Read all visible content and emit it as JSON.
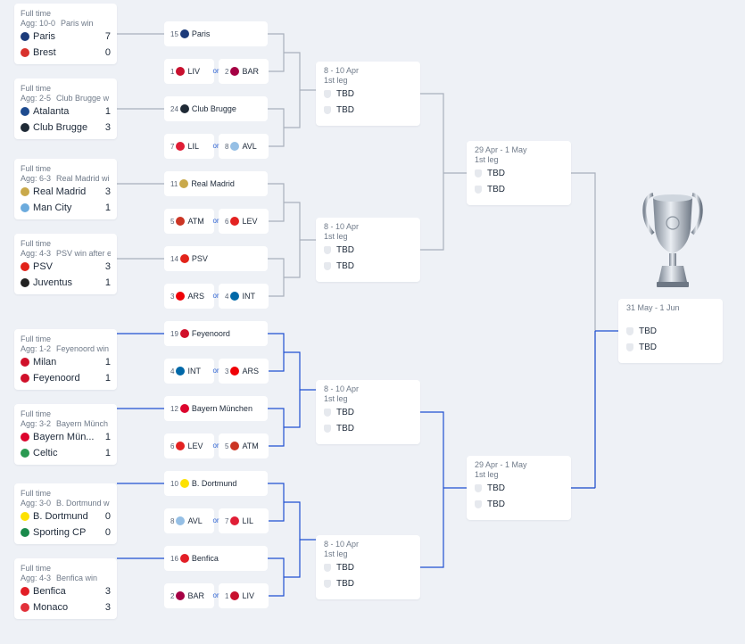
{
  "left_results": [
    {
      "status": "Full time",
      "agg": "Agg: 10-0",
      "note": "Paris win",
      "teams": [
        {
          "name": "Paris",
          "score": "7",
          "color": "#1c3b7a"
        },
        {
          "name": "Brest",
          "score": "0",
          "color": "#d8322d"
        }
      ]
    },
    {
      "status": "Full time",
      "agg": "Agg: 2-5",
      "note": "Club Brugge w",
      "teams": [
        {
          "name": "Atalanta",
          "score": "1",
          "color": "#1e4b8f"
        },
        {
          "name": "Club Brugge",
          "score": "3",
          "color": "#1f2a36"
        }
      ]
    },
    {
      "status": "Full time",
      "agg": "Agg: 6-3",
      "note": "Real Madrid wi",
      "teams": [
        {
          "name": "Real Madrid",
          "score": "3",
          "color": "#c9a94b"
        },
        {
          "name": "Man City",
          "score": "1",
          "color": "#6cabdd"
        }
      ]
    },
    {
      "status": "Full time",
      "agg": "Agg: 4-3",
      "note": "PSV win after e",
      "teams": [
        {
          "name": "PSV",
          "score": "3",
          "color": "#e2231a"
        },
        {
          "name": "Juventus",
          "score": "1",
          "color": "#222222"
        }
      ]
    },
    {
      "status": "Full time",
      "agg": "Agg: 1-2",
      "note": "Feyenoord win",
      "teams": [
        {
          "name": "Milan",
          "score": "1",
          "color": "#d0102a"
        },
        {
          "name": "Feyenoord",
          "score": "1",
          "color": "#d0102a"
        }
      ]
    },
    {
      "status": "Full time",
      "agg": "Agg: 3-2",
      "note": "Bayern Münch",
      "teams": [
        {
          "name": "Bayern Mün...",
          "score": "1",
          "color": "#dc052d"
        },
        {
          "name": "Celtic",
          "score": "1",
          "color": "#2a9a52"
        }
      ]
    },
    {
      "status": "Full time",
      "agg": "Agg: 3-0",
      "note": "B. Dortmund w",
      "teams": [
        {
          "name": "B. Dortmund",
          "score": "0",
          "color": "#fde100"
        },
        {
          "name": "Sporting CP",
          "score": "0",
          "color": "#1a8a4b"
        }
      ]
    },
    {
      "status": "Full time",
      "agg": "Agg: 4-3",
      "note": "Benfica win",
      "teams": [
        {
          "name": "Benfica",
          "score": "3",
          "color": "#e21e26"
        },
        {
          "name": "Monaco",
          "score": "3",
          "color": "#e2313a"
        }
      ]
    }
  ],
  "r16": [
    {
      "type": "single",
      "seed": "15",
      "name": "Paris",
      "color": "#1c3b7a"
    },
    {
      "type": "pair",
      "a": {
        "seed": "1",
        "name": "LIV",
        "color": "#c8102e"
      },
      "b": {
        "seed": "2",
        "name": "BAR",
        "color": "#a50044"
      }
    },
    {
      "type": "single",
      "seed": "24",
      "name": "Club Brugge",
      "color": "#1f2a36"
    },
    {
      "type": "pair",
      "a": {
        "seed": "7",
        "name": "LIL",
        "color": "#e01e36"
      },
      "b": {
        "seed": "8",
        "name": "AVL",
        "color": "#95bfe5"
      }
    },
    {
      "type": "single",
      "seed": "11",
      "name": "Real Madrid",
      "color": "#c9a94b"
    },
    {
      "type": "pair",
      "a": {
        "seed": "5",
        "name": "ATM",
        "color": "#cb3524"
      },
      "b": {
        "seed": "6",
        "name": "LEV",
        "color": "#e32221"
      }
    },
    {
      "type": "single",
      "seed": "14",
      "name": "PSV",
      "color": "#e2231a"
    },
    {
      "type": "pair",
      "a": {
        "seed": "3",
        "name": "ARS",
        "color": "#ef0107"
      },
      "b": {
        "seed": "4",
        "name": "INT",
        "color": "#0068a8"
      }
    },
    {
      "type": "single",
      "seed": "19",
      "name": "Feyenoord",
      "color": "#d0102a"
    },
    {
      "type": "pair",
      "a": {
        "seed": "4",
        "name": "INT",
        "color": "#0068a8"
      },
      "b": {
        "seed": "3",
        "name": "ARS",
        "color": "#ef0107"
      }
    },
    {
      "type": "single",
      "seed": "12",
      "name": "Bayern München",
      "color": "#dc052d"
    },
    {
      "type": "pair",
      "a": {
        "seed": "6",
        "name": "LEV",
        "color": "#e32221"
      },
      "b": {
        "seed": "5",
        "name": "ATM",
        "color": "#cb3524"
      }
    },
    {
      "type": "single",
      "seed": "10",
      "name": "B. Dortmund",
      "color": "#fde100"
    },
    {
      "type": "pair",
      "a": {
        "seed": "8",
        "name": "AVL",
        "color": "#95bfe5"
      },
      "b": {
        "seed": "7",
        "name": "LIL",
        "color": "#e01e36"
      }
    },
    {
      "type": "single",
      "seed": "16",
      "name": "Benfica",
      "color": "#e21e26"
    },
    {
      "type": "pair",
      "a": {
        "seed": "2",
        "name": "BAR",
        "color": "#a50044"
      },
      "b": {
        "seed": "1",
        "name": "LIV",
        "color": "#c8102e"
      }
    }
  ],
  "or_label": "or",
  "quarterfinals": [
    {
      "date": "8 - 10 Apr",
      "leg": "1st leg",
      "teams": [
        "TBD",
        "TBD"
      ]
    },
    {
      "date": "8 - 10 Apr",
      "leg": "1st leg",
      "teams": [
        "TBD",
        "TBD"
      ]
    },
    {
      "date": "8 - 10 Apr",
      "leg": "1st leg",
      "teams": [
        "TBD",
        "TBD"
      ]
    },
    {
      "date": "8 - 10 Apr",
      "leg": "1st leg",
      "teams": [
        "TBD",
        "TBD"
      ]
    }
  ],
  "semifinals": [
    {
      "date": "29 Apr - 1 May",
      "leg": "1st leg",
      "teams": [
        "TBD",
        "TBD"
      ]
    },
    {
      "date": "29 Apr - 1 May",
      "leg": "1st leg",
      "teams": [
        "TBD",
        "TBD"
      ]
    }
  ],
  "final": {
    "date": "31 May - 1 Jun",
    "teams": [
      "TBD",
      "TBD"
    ]
  },
  "colors": {
    "line_gray": "#a9b1bc",
    "line_blue": "#1f4fd1",
    "or_blue": "#3568d4",
    "background": "#eef1f6"
  }
}
